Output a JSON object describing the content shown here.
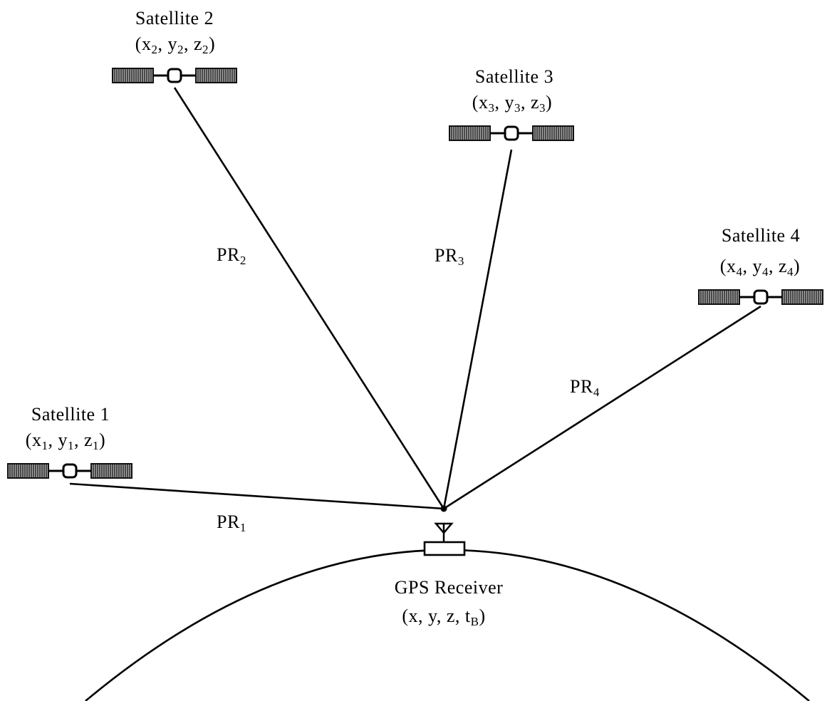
{
  "satellites": [
    {
      "name": "Satellite 1",
      "coord_open": "(x",
      "coord_sub1": "1",
      "coord_mid1": ", y",
      "coord_sub2": "1",
      "coord_mid2": ", z",
      "coord_sub3": "1",
      "coord_close": ")",
      "range_base": "PR",
      "range_sub": "1"
    },
    {
      "name": "Satellite 2",
      "coord_open": "(x",
      "coord_sub1": "2",
      "coord_mid1": ", y",
      "coord_sub2": "2",
      "coord_mid2": ", z",
      "coord_sub3": "2",
      "coord_close": ")",
      "range_base": "PR",
      "range_sub": "2"
    },
    {
      "name": "Satellite 3",
      "coord_open": "(x",
      "coord_sub1": "3",
      "coord_mid1": ", y",
      "coord_sub2": "3",
      "coord_mid2": ", z",
      "coord_sub3": "3",
      "coord_close": ")",
      "range_base": "PR",
      "range_sub": "3"
    },
    {
      "name": "Satellite 4",
      "coord_open": "(x",
      "coord_sub1": "4",
      "coord_mid1": ", y",
      "coord_sub2": "4",
      "coord_mid2": ", z",
      "coord_sub3": "4",
      "coord_close": ")",
      "range_base": "PR",
      "range_sub": "4"
    }
  ],
  "receiver": {
    "name": "GPS Receiver",
    "coord_open": "(x, y, z, t",
    "coord_sub": "B",
    "coord_close": ")"
  }
}
